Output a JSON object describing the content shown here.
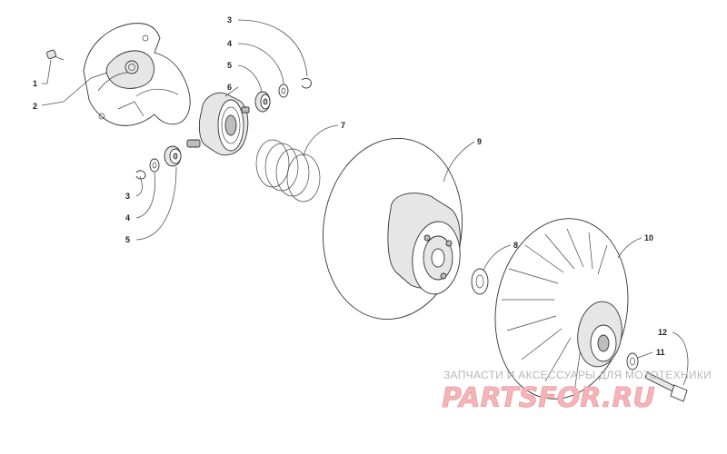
{
  "callouts": {
    "c1": "1",
    "c2": "2",
    "c3_top": "3",
    "c4_top": "4",
    "c5_top": "5",
    "c6": "6",
    "c7": "7",
    "c3_bottom": "3",
    "c4_bottom": "4",
    "c5_bottom": "5",
    "c8": "8",
    "c9": "9",
    "c10": "10",
    "c11": "11",
    "c12": "12"
  },
  "watermark": {
    "caption": "ЗАПЧАСТИ И АКСЕССУАРЫ ДЛЯ МОТОТЕХНИКИ",
    "logo": "PARTSFOR.RU"
  },
  "colors": {
    "line": "#333333",
    "watermark_logo": "#f4b5b8",
    "watermark_caption": "#b7b7b7"
  }
}
